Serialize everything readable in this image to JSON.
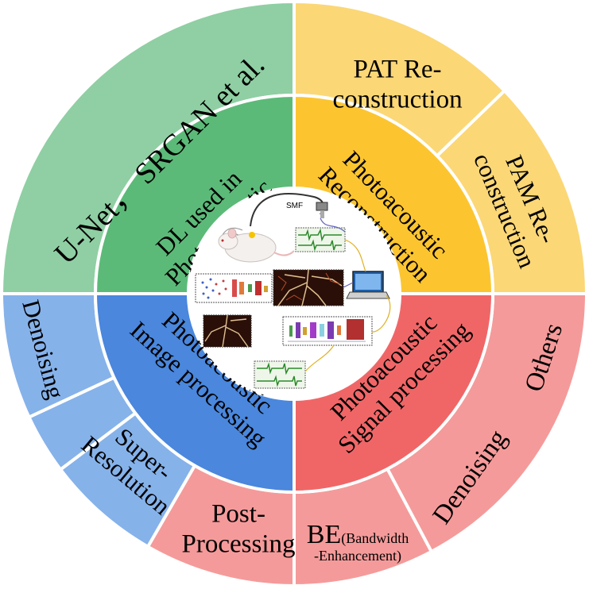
{
  "diagram": {
    "outer_sectors": [
      {
        "id": "unet",
        "lines": [
          "U-Net， SRGAN et al."
        ],
        "color": "#8fcfa3"
      },
      {
        "id": "pat",
        "lines": [
          "PAT Re-",
          "construction"
        ],
        "color": "#fbd776"
      },
      {
        "id": "pam",
        "lines": [
          "PAM Re-",
          "construction"
        ],
        "color": "#fbd776"
      },
      {
        "id": "others",
        "lines": [
          "Others"
        ],
        "color": "#f59a9a"
      },
      {
        "id": "denoise_r",
        "lines": [
          "Denoising"
        ],
        "color": "#f59a9a"
      },
      {
        "id": "be",
        "lines": [
          "BE(Bandwidth",
          "-Enhancement)"
        ],
        "color": "#f59a9a"
      },
      {
        "id": "post",
        "lines": [
          "Post-",
          "Processing"
        ],
        "color": "#86b2ea"
      },
      {
        "id": "superres",
        "lines": [
          "Super-",
          "Resolution"
        ],
        "color": "#86b2ea"
      },
      {
        "id": "denoise_l",
        "lines": [
          "Denoising"
        ],
        "color": "#86b2ea"
      }
    ],
    "inner_sectors": [
      {
        "id": "dl",
        "lines": [
          "DL used in",
          "Photoacoustic"
        ],
        "color": "#5cba79"
      },
      {
        "id": "recon",
        "lines": [
          "Photoacoustic",
          "Reconstruction"
        ],
        "color": "#fcc530"
      },
      {
        "id": "signal",
        "lines": [
          "Photoacoustic",
          "Signal processing"
        ],
        "color": "#f06667"
      },
      {
        "id": "image",
        "lines": [
          "Photoacoustic",
          "Image processing"
        ],
        "color": "#4a87dd"
      }
    ],
    "center": {
      "fiber_label": "SMF",
      "icons": [
        "mouse-icon",
        "laptop-icon",
        "waveform-icon",
        "network-icon",
        "vessel-image-icon"
      ]
    }
  }
}
